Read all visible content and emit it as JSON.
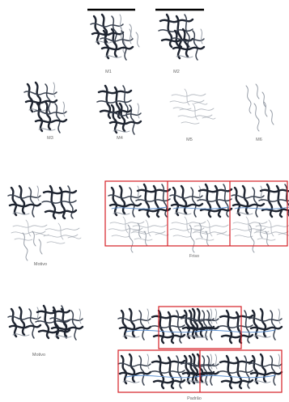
{
  "colors": {
    "ink": "#1e2430",
    "stroke_light": "#aeb3bb",
    "frame": "#d61f26",
    "accent_blue": "#5b8fcf"
  },
  "modules": {
    "m1": "M1",
    "m2": "M2",
    "m3": "M3",
    "m4": "M4",
    "m5": "M5",
    "m6": "M6"
  },
  "sections": {
    "motive_1": "Motivo",
    "pattern_1": "Friso",
    "motive_2": "Motivo",
    "pattern_2": "Padrão"
  }
}
